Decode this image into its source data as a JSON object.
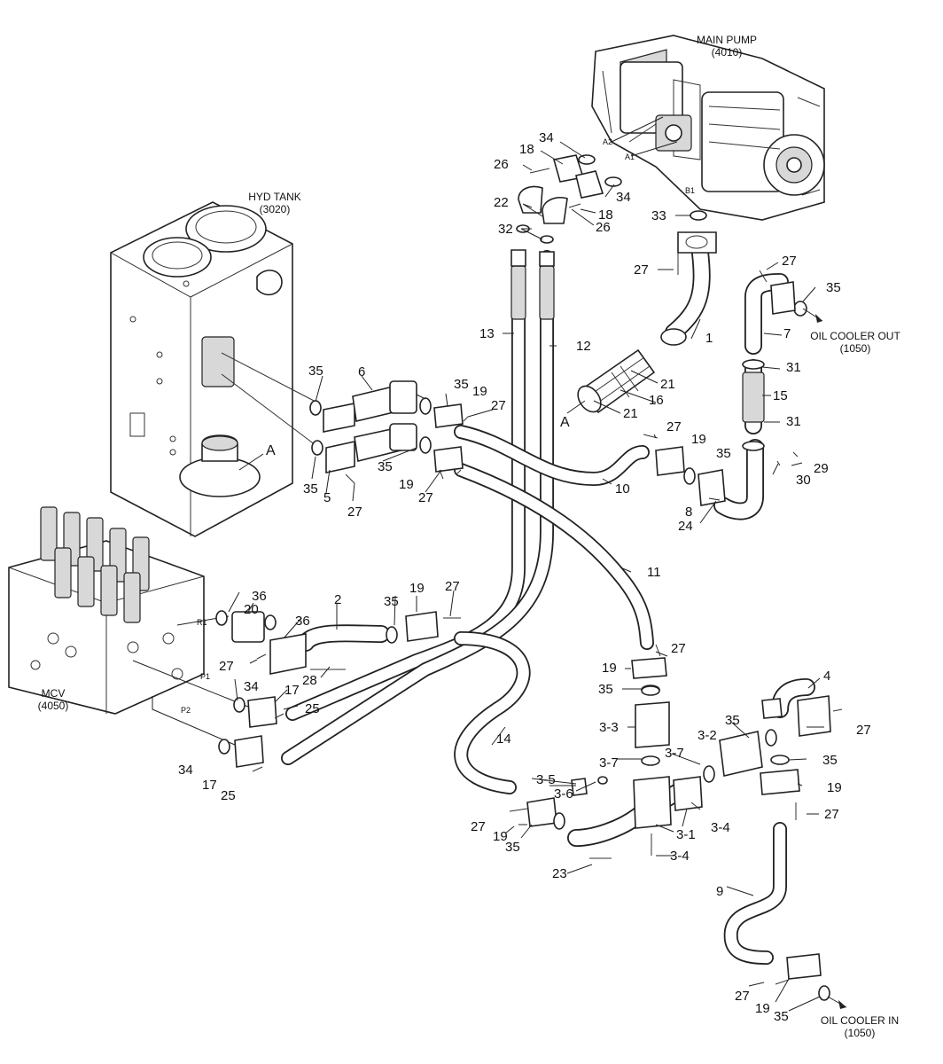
{
  "components": {
    "main_pump": {
      "name": "MAIN PUMP",
      "code": "(4010)"
    },
    "hyd_tank": {
      "name": "HYD TANK",
      "code": "(3020)"
    },
    "mcv": {
      "name": "MCV",
      "code": "(4050)"
    },
    "oil_cooler_out": {
      "name": "OIL COOLER OUT",
      "code": "(1050)"
    },
    "oil_cooler_in": {
      "name": "OIL COOLER IN",
      "code": "(1050)"
    }
  },
  "ports": {
    "a2": "A2",
    "a1": "A1",
    "b1": "B1",
    "r1": "R1",
    "p1": "P1",
    "p2": "P2"
  },
  "detail_labels": {
    "a_left": "A",
    "a_right": "A"
  },
  "callouts": {
    "c34a": "34",
    "c18a": "18",
    "c26a": "26",
    "c34b": "34",
    "c22": "22",
    "c18b": "18",
    "c26b": "26",
    "c33": "33",
    "c32": "32",
    "c27a": "27",
    "c27b": "27",
    "c35a": "35",
    "c13": "13",
    "c12": "12",
    "c1": "1",
    "c7": "7",
    "c21a": "21",
    "c31a": "31",
    "c16": "16",
    "c15": "15",
    "c21b": "21",
    "c31b": "31",
    "c35b": "35",
    "c6": "6",
    "c35c": "35",
    "c19a": "19",
    "c27c": "27",
    "c27d": "27",
    "c19b": "19",
    "c35d": "35",
    "c35e": "35",
    "c19c": "19",
    "c35f": "35",
    "c5": "5",
    "c27e": "27",
    "c27f": "27",
    "c10": "10",
    "c29": "29",
    "c30": "30",
    "c8": "8",
    "c24": "24",
    "c11": "11",
    "c36a": "36",
    "c20": "20",
    "c2": "2",
    "c35g": "35",
    "c19d": "19",
    "c27g": "27",
    "c36b": "36",
    "c27h": "27",
    "c28": "28",
    "c27i": "27",
    "c19e": "19",
    "c35h": "35",
    "c34c": "34",
    "c17a": "17",
    "c25a": "25",
    "c4": "4",
    "c14": "14",
    "c3_3": "3-3",
    "c35i": "35",
    "c3_2": "3-2",
    "c27j": "27",
    "c3_7a": "3-7",
    "c3_7b": "3-7",
    "c35j": "35",
    "c34d": "34",
    "c17b": "17",
    "c25b": "25",
    "c3_5": "3-5",
    "c3_6": "3-6",
    "c19f": "19",
    "c27k": "27",
    "c27l": "27",
    "c19g": "19",
    "c35k": "35",
    "c3_1": "3-1",
    "c3_4a": "3-4",
    "c3_4b": "3-4",
    "c23": "23",
    "c9": "9",
    "c27m": "27",
    "c19h": "19",
    "c35l": "35"
  },
  "colors": {
    "line": "#222222",
    "shade": "#d8d8d8",
    "background": "#ffffff"
  }
}
